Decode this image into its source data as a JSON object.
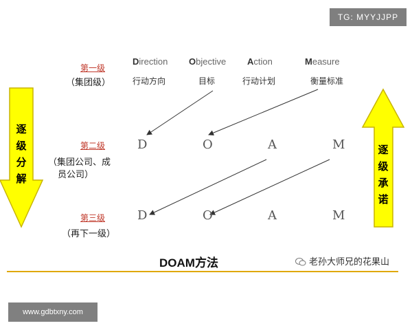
{
  "badges": {
    "tg": "TG: MYYJJPP",
    "url": "www.gdbtxny.com"
  },
  "levels": [
    {
      "label": "第一级",
      "group": "（集团级）"
    },
    {
      "label": "第二级",
      "group_line1": "（集团公司、成",
      "group_line2": "员公司）"
    },
    {
      "label": "第三级",
      "group": "（再下一级）"
    }
  ],
  "columns": [
    {
      "initial": "D",
      "rest": "irection",
      "cn": "行动方向"
    },
    {
      "initial": "O",
      "rest": "bjective",
      "cn": "目标"
    },
    {
      "initial": "A",
      "rest": "ction",
      "cn": "行动计划"
    },
    {
      "initial": "M",
      "rest": "easure",
      "cn": "衡量标准"
    }
  ],
  "row_letters": [
    "D",
    "O",
    "A",
    "M"
  ],
  "left_arrow": {
    "text": "逐级分解",
    "color": "#ffff00"
  },
  "right_arrow": {
    "text": "逐级承诺",
    "color": "#ffff00"
  },
  "footer": {
    "title": "DOAM方法",
    "brand": "老孙大师兄的花果山",
    "rule_color": "#e0a800"
  }
}
